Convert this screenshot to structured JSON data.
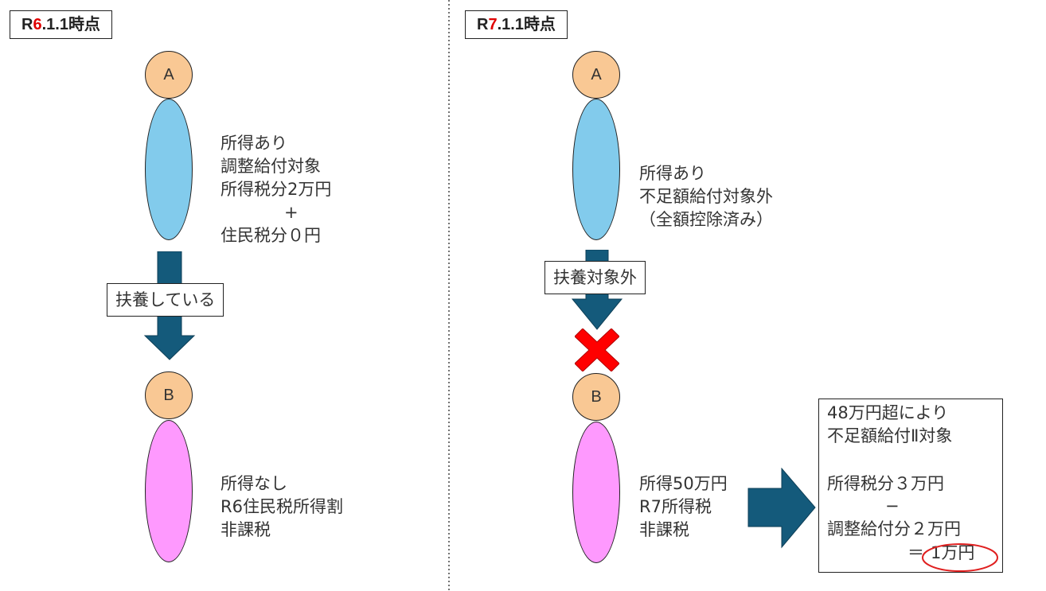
{
  "left": {
    "title_prefix": "R",
    "title_number": "6",
    "title_suffix": ".1.1時点",
    "person_a": "A",
    "person_a_text": [
      "所得あり",
      "調整給付対象",
      "所得税分2万円",
      "+",
      "住民税分０円"
    ],
    "arrow_label": "扶養している",
    "person_b": "B",
    "person_b_text": [
      "所得なし",
      "R6住民税所得割",
      "非課税"
    ]
  },
  "right": {
    "title_prefix": "R",
    "title_number": "7",
    "title_suffix": ".1.1時点",
    "person_a": "A",
    "person_a_text": [
      "所得あり",
      "不足額給付対象外",
      "（全額控除済み）"
    ],
    "arrow_label": "扶養対象外",
    "person_b": "B",
    "person_b_text": [
      "所得50万円",
      "R7所得税",
      "非課税"
    ],
    "result": {
      "line1": "48万円超により",
      "line2": "不足額給付Ⅱ対象",
      "line3": "所得税分３万円",
      "line4": "−",
      "line5": "調整給付分２万円",
      "line6_prefix": "＝",
      "line6_amount": "1万円"
    }
  },
  "colors": {
    "head": "#f9c894",
    "body_a": "#82cbec",
    "body_b": "#fe99fe",
    "arrow": "#145a7b",
    "cross": "#ff0000",
    "highlight_red": "#e00000",
    "circle_highlight": "#e02020"
  }
}
